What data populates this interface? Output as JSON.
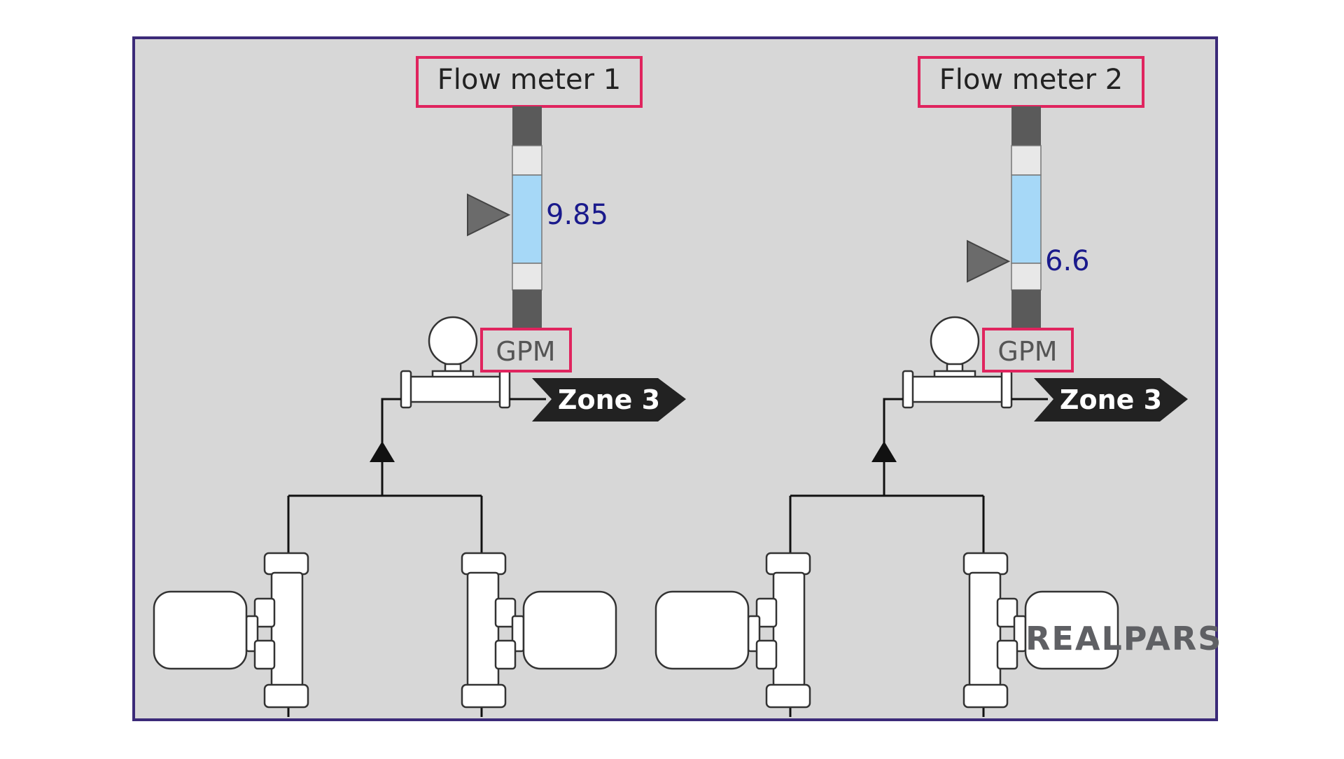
{
  "colors": {
    "background": "#ffffff",
    "panel_fill": "#d7d7d7",
    "panel_border": "#3b2a78",
    "label_border": "#e0245e",
    "value_text": "#1a1a8c",
    "level_fill": "#a6d8f7",
    "bar_dark": "#5a5a5a",
    "bar_light": "#e8e8e8",
    "pointer": "#6b6b6b",
    "tag_fill": "#222222",
    "equipment_fill": "#ffffff",
    "pipe": "#111111",
    "logo": "#5f6064"
  },
  "flow_meters": [
    {
      "title": "Flow meter 1",
      "value": "9.85",
      "unit": "GPM",
      "destination": "Zone 3",
      "pointer_fraction_from_top": 0.49
    },
    {
      "title": "Flow meter 2",
      "value": "6.6",
      "unit": "GPM",
      "destination": "Zone 3",
      "pointer_fraction_from_top": 0.7
    }
  ],
  "icons": {
    "pump": "centrifugal-pump-icon",
    "meter": "flow-meter-icon",
    "flow_arrow": "flow-direction-arrow-icon",
    "tag": "off-page-connector-icon"
  },
  "brand": {
    "logo_text": "REALPARS"
  }
}
